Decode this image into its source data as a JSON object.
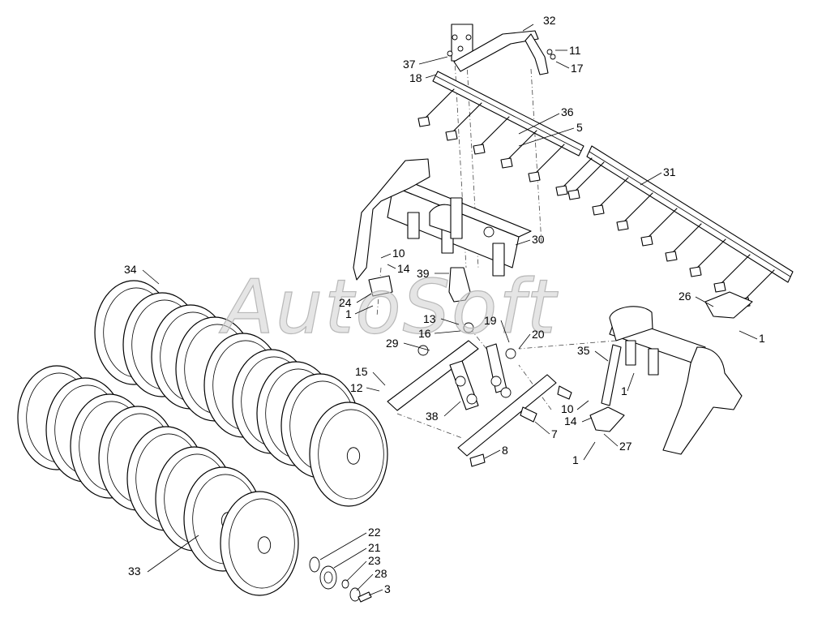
{
  "watermark": "AutoSoft",
  "callouts": [
    {
      "id": "c32",
      "text": "32"
    },
    {
      "id": "c11",
      "text": "11"
    },
    {
      "id": "c17",
      "text": "17"
    },
    {
      "id": "c37",
      "text": "37"
    },
    {
      "id": "c18",
      "text": "18"
    },
    {
      "id": "c36",
      "text": "36"
    },
    {
      "id": "c5",
      "text": "5"
    },
    {
      "id": "c31",
      "text": "31"
    },
    {
      "id": "c30",
      "text": "30"
    },
    {
      "id": "c34",
      "text": "34"
    },
    {
      "id": "c10a",
      "text": "10"
    },
    {
      "id": "c14a",
      "text": "14"
    },
    {
      "id": "c39",
      "text": "39"
    },
    {
      "id": "c24",
      "text": "24"
    },
    {
      "id": "c1a",
      "text": "1"
    },
    {
      "id": "c13",
      "text": "13"
    },
    {
      "id": "c16",
      "text": "16"
    },
    {
      "id": "c19",
      "text": "19"
    },
    {
      "id": "c20",
      "text": "20"
    },
    {
      "id": "c26",
      "text": "26"
    },
    {
      "id": "c1b",
      "text": "1"
    },
    {
      "id": "c29",
      "text": "29"
    },
    {
      "id": "c15",
      "text": "15"
    },
    {
      "id": "c12",
      "text": "12"
    },
    {
      "id": "c35",
      "text": "35"
    },
    {
      "id": "c1c",
      "text": "1"
    },
    {
      "id": "c38",
      "text": "38"
    },
    {
      "id": "c10b",
      "text": "10"
    },
    {
      "id": "c14b",
      "text": "14"
    },
    {
      "id": "c7",
      "text": "7"
    },
    {
      "id": "c27",
      "text": "27"
    },
    {
      "id": "c8",
      "text": "8"
    },
    {
      "id": "c1d",
      "text": "1"
    },
    {
      "id": "c22",
      "text": "22"
    },
    {
      "id": "c21",
      "text": "21"
    },
    {
      "id": "c23",
      "text": "23"
    },
    {
      "id": "c28",
      "text": "28"
    },
    {
      "id": "c3",
      "text": "3"
    },
    {
      "id": "c33",
      "text": "33"
    }
  ]
}
